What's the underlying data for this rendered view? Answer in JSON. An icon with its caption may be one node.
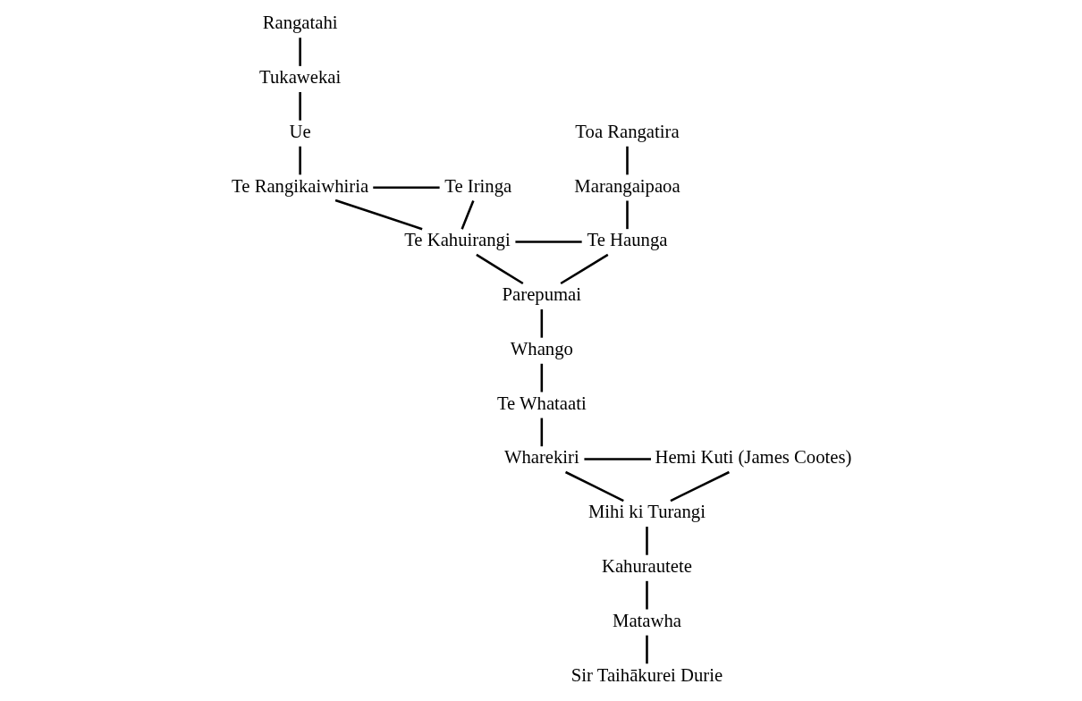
{
  "diagram": {
    "nodes": [
      {
        "text": [
          "Rangatahi"
        ]
      },
      {
        "text": [
          "Tukawekai"
        ]
      },
      {
        "text": [
          "Ue"
        ]
      },
      {
        "text": [
          "Te Rangikaiwhiria"
        ]
      },
      {
        "text": [
          "Te Iringa"
        ]
      },
      {
        "text": [
          "Te Kahuirangi"
        ]
      },
      {
        "text": [
          "Toa Rangatira"
        ]
      },
      {
        "text": [
          "Marangaipaoa"
        ]
      },
      {
        "text": [
          "Te Haunga"
        ]
      },
      {
        "text": [
          "Parepumai"
        ]
      },
      {
        "text": [
          "Whango"
        ]
      },
      {
        "text": [
          "Te Whataati"
        ]
      },
      {
        "text": [
          "Wharekiri"
        ]
      },
      {
        "text": [
          "Hemi Kuti (James Cootes)"
        ]
      },
      {
        "text": [
          "Mihi ki Turangi"
        ]
      },
      {
        "text": [
          "Kahurautete"
        ]
      },
      {
        "text": [
          "Matawha"
        ]
      },
      {
        "text": [
          "Sir Taihākurei Durie"
        ]
      }
    ],
    "edges": [
      {
        "from": 0,
        "to": 1,
        "arrow": "none"
      },
      {
        "from": 1,
        "to": 2,
        "arrow": "none"
      },
      {
        "from": 2,
        "to": 3,
        "arrow": "none"
      },
      {
        "from": 3,
        "to": 4,
        "arrow": "none"
      },
      {
        "from": 3,
        "to": 5,
        "arrow": "none"
      },
      {
        "from": 4,
        "to": 5,
        "arrow": "none"
      },
      {
        "from": 6,
        "to": 7,
        "arrow": "none"
      },
      {
        "from": 7,
        "to": 8,
        "arrow": "none"
      },
      {
        "from": 5,
        "to": 8,
        "arrow": "none"
      },
      {
        "from": 5,
        "to": 9,
        "arrow": "none"
      },
      {
        "from": 8,
        "to": 9,
        "arrow": "none"
      },
      {
        "from": 9,
        "to": 10,
        "arrow": "none"
      },
      {
        "from": 10,
        "to": 11,
        "arrow": "none"
      },
      {
        "from": 11,
        "to": 12,
        "arrow": "none"
      },
      {
        "from": 12,
        "to": 13,
        "arrow": "none"
      },
      {
        "from": 12,
        "to": 14,
        "arrow": "none"
      },
      {
        "from": 13,
        "to": 14,
        "arrow": "none"
      },
      {
        "from": 14,
        "to": 15,
        "arrow": "none"
      },
      {
        "from": 15,
        "to": 16,
        "arrow": "none"
      },
      {
        "from": 16,
        "to": 17,
        "arrow": "none"
      }
    ]
  }
}
